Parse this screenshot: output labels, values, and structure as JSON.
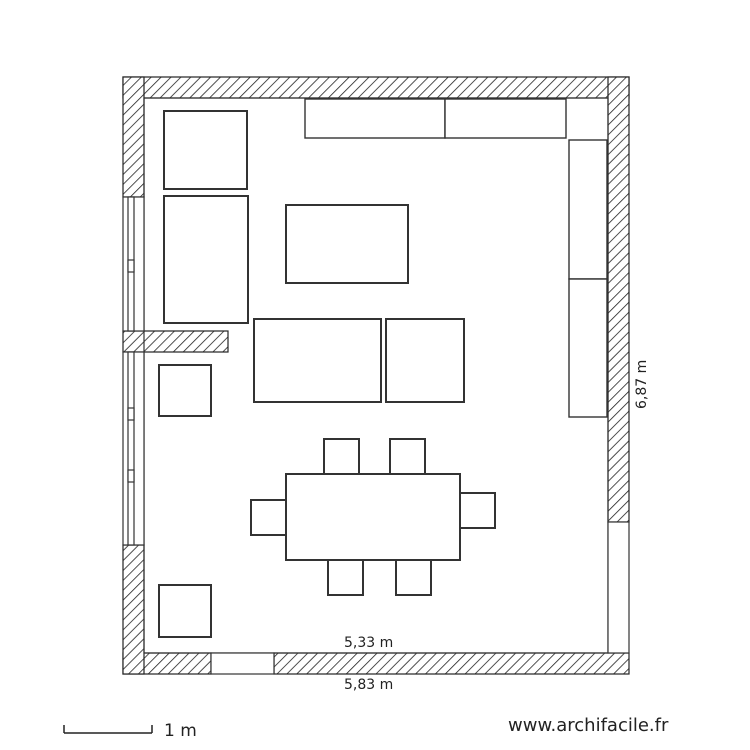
{
  "plan": {
    "inner_width_label": "5,33 m",
    "outer_width_label": "5,83 m",
    "height_label": "6,87 m",
    "scale_label": "1 m",
    "site_url": "www.archifacile.fr"
  },
  "colors": {
    "wall_hatch": "#222222",
    "furniture_stroke": "#333333",
    "background": "#ffffff"
  }
}
